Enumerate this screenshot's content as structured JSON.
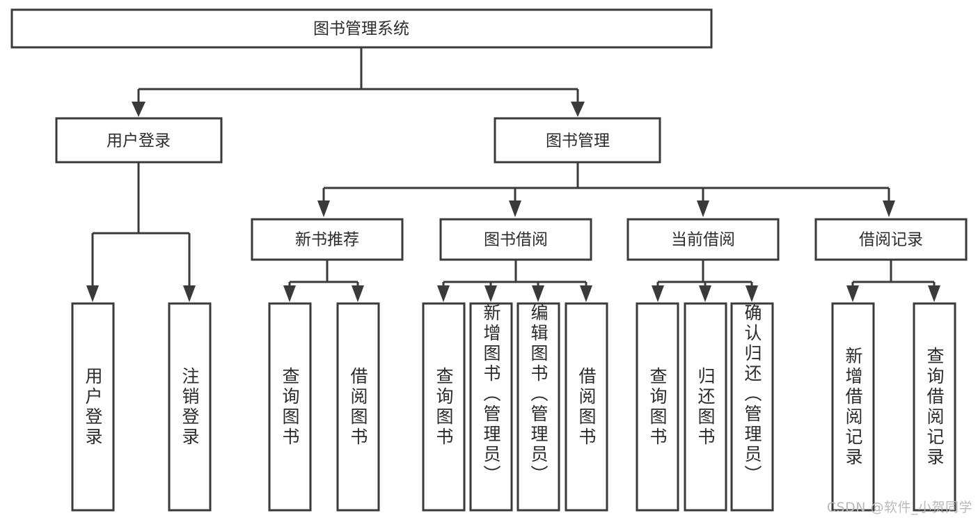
{
  "diagram": {
    "type": "tree-hierarchy",
    "root": {
      "label": "图书管理系统"
    },
    "level2": [
      {
        "label": "用户登录"
      },
      {
        "label": "图书管理"
      }
    ],
    "level3": [
      {
        "label": "新书推荐"
      },
      {
        "label": "图书借阅"
      },
      {
        "label": "当前借阅"
      },
      {
        "label": "借阅记录"
      }
    ],
    "leaves": {
      "user_login": [
        {
          "label": "用户登录"
        },
        {
          "label": "注销登录"
        }
      ],
      "new_book_recommend": [
        {
          "label": "查询图书"
        },
        {
          "label": "借阅图书"
        }
      ],
      "book_borrow": [
        {
          "label": "查询图书"
        },
        {
          "label": "新增图书（管理员）"
        },
        {
          "label": "编辑图书（管理员）"
        },
        {
          "label": "借阅图书"
        }
      ],
      "current_borrow": [
        {
          "label": "查询图书"
        },
        {
          "label": "归还图书"
        },
        {
          "label": "确认归还（管理员）"
        }
      ],
      "borrow_record": [
        {
          "label": "新增借阅记录"
        },
        {
          "label": "查询借阅记录"
        }
      ]
    }
  },
  "watermark": {
    "text": "CSDN @软件_小贺同学"
  },
  "colors": {
    "stroke": "#3a3a3a",
    "box_fill": "#ffffff",
    "text": "#2b2b2b",
    "watermark": "#b9b9b9",
    "background": "#ffffff"
  }
}
